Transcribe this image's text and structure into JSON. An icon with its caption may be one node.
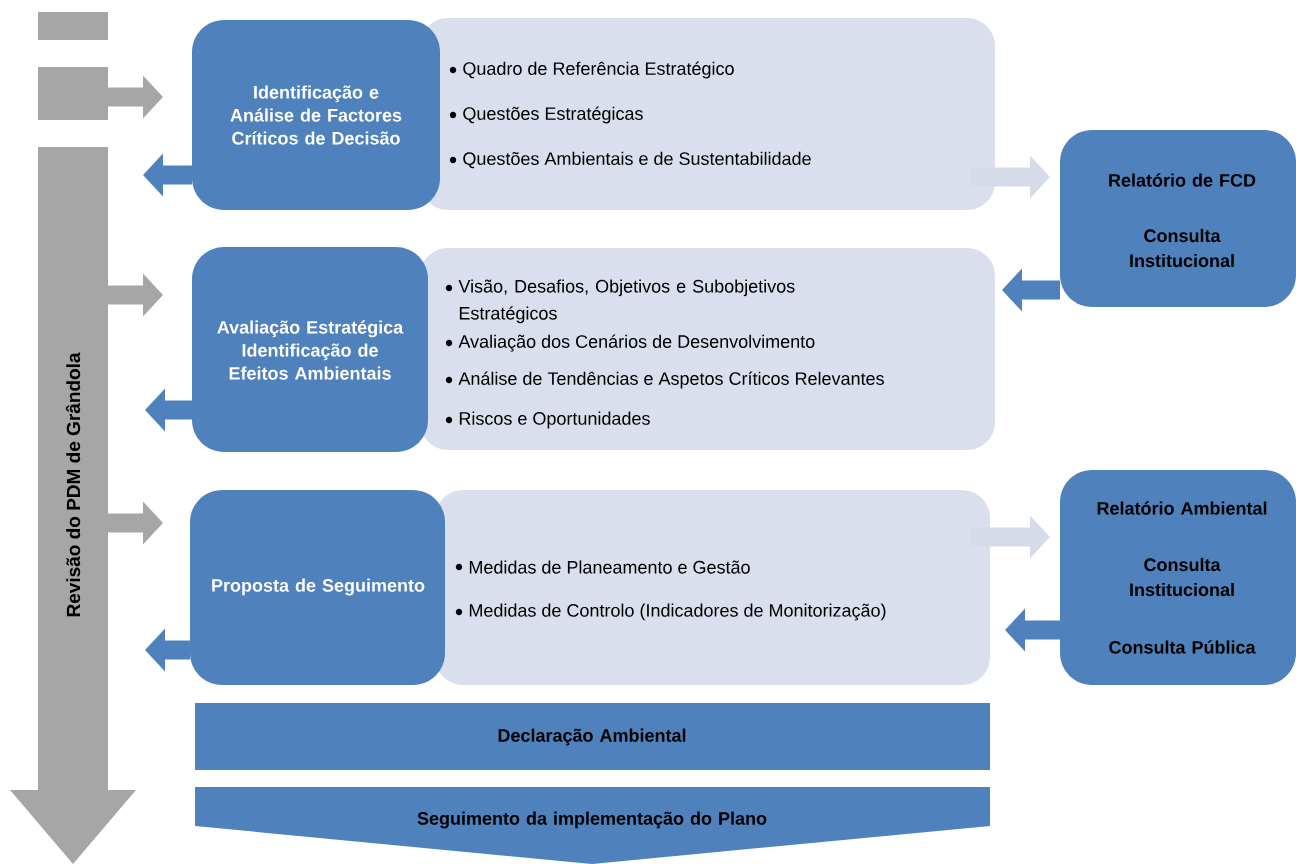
{
  "diagram": {
    "nodes": [
      {
        "text": [],
        "shape": "box"
      },
      {
        "text": [],
        "shape": "box"
      },
      {
        "text": [
          "Revisão do PDM de Grândola"
        ]
      },
      {
        "text": [
          "Identificação e Análise de Factores Críticos de Decisão"
        ]
      },
      {
        "text": [
          "Quadro de Referência Estratégico",
          "Questões Estratégicas",
          "Questões Ambientais e de Sustentabilidade"
        ]
      },
      {
        "text": [
          "Relatório de FCD",
          "Consulta Institucional"
        ]
      },
      {
        "text": [
          "Avaliação Estratégica Identificação de Efeitos  Ambientais"
        ]
      },
      {
        "text": [
          "Visão, Desafios, Objetivos e Subobjetivos Estratégicos",
          "Avaliação dos Cenários de Desenvolvimento",
          "Análise de Tendências e Aspetos Críticos Relevantes",
          "Riscos e Oportunidades"
        ]
      },
      {
        "text": [
          "Proposta de Seguimento"
        ]
      },
      {
        "text": [
          "Medidas de Planeamento e Gestão",
          "Medidas de Controlo (Indicadores de Monitorização)"
        ]
      },
      {
        "text": [
          "Relatório Ambiental",
          "Consulta Institucional",
          "Consulta Pública"
        ]
      },
      {
        "text": [
          "Declaração Ambiental"
        ]
      },
      {
        "text": [
          "Seguimento da implementação do Plano"
        ]
      }
    ],
    "edges": [
      {
        "from": 1,
        "to": 3,
        "arrow": "to",
        "color": "#a6a6a6"
      },
      {
        "from": 2,
        "to": 6,
        "arrow": "to",
        "color": "#a6a6a6"
      },
      {
        "from": 2,
        "to": 8,
        "arrow": "to",
        "color": "#a6a6a6"
      },
      {
        "from": 3,
        "to": null,
        "arrow": "to"
      },
      {
        "from": 6,
        "to": null,
        "arrow": "to"
      },
      {
        "from": 8,
        "to": null,
        "arrow": "to"
      },
      {
        "from": 4,
        "to": 5,
        "arrow": "to",
        "color": "#d5dbe8"
      },
      {
        "from": 5,
        "to": 7,
        "arrow": "to"
      },
      {
        "from": 9,
        "to": 10,
        "arrow": "to",
        "color": "#d5dbe8"
      },
      {
        "from": 10,
        "to": 9,
        "arrow": "to"
      }
    ]
  }
}
